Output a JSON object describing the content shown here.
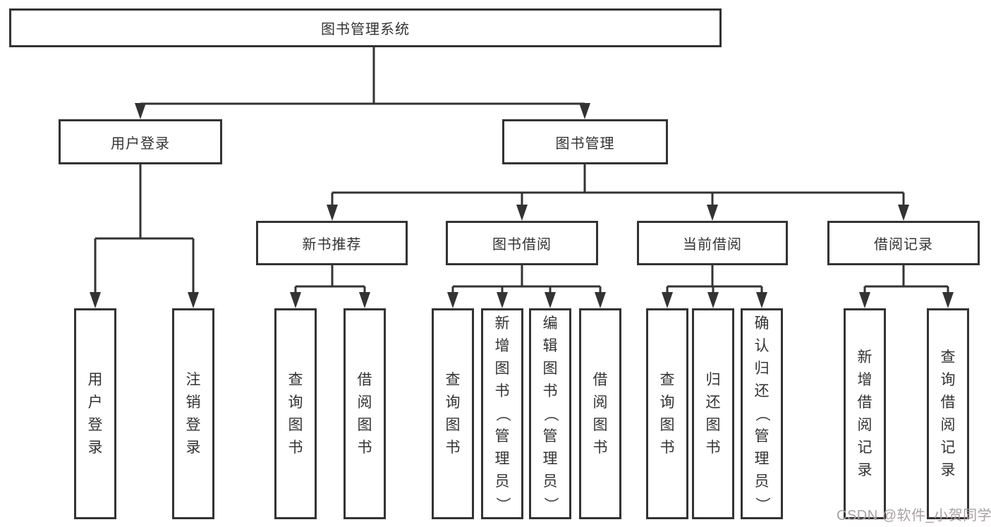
{
  "colors": {
    "line": "#333333",
    "text": "#333333",
    "box-bg": "#ffffff",
    "watermark": "#a9a1a1"
  },
  "watermark": {
    "text": "CSDN @软件_小贺同学"
  },
  "nodes": {
    "root": "图书管理系统",
    "user_login": "用户登录",
    "book_management": "图书管理",
    "new_book_recommendation": "新书推荐",
    "book_borrowing": "图书借阅",
    "current_borrowing": "当前借阅",
    "borrowing_records": "借阅记录",
    "leaf_user_login": "用户登录",
    "leaf_logout": "注销登录",
    "nb_query_books": "查询图书",
    "nb_borrow_books": "借阅图书",
    "bb_query_books": "查询图书",
    "bb_add_books_admin": "新增图书（管理员）",
    "bb_edit_books_admin": "编辑图书（管理员）",
    "bb_borrow_books": "借阅图书",
    "cb_query_books": "查询图书",
    "cb_return_books": "归还图书",
    "cb_confirm_return_admin": "确认归还（管理员）",
    "br_add_record": "新增借阅记录",
    "br_query_record": "查询借阅记录"
  },
  "tree": [
    {
      "parent": "图书管理系统",
      "children": [
        "用户登录",
        "图书管理"
      ]
    },
    {
      "parent": "用户登录",
      "children": [
        "用户登录",
        "注销登录"
      ]
    },
    {
      "parent": "图书管理",
      "children": [
        "新书推荐",
        "图书借阅",
        "当前借阅",
        "借阅记录"
      ]
    },
    {
      "parent": "新书推荐",
      "children": [
        "查询图书",
        "借阅图书"
      ]
    },
    {
      "parent": "图书借阅",
      "children": [
        "查询图书",
        "新增图书（管理员）",
        "编辑图书（管理员）",
        "借阅图书"
      ]
    },
    {
      "parent": "当前借阅",
      "children": [
        "查询图书",
        "归还图书",
        "确认归还（管理员）"
      ]
    },
    {
      "parent": "借阅记录",
      "children": [
        "新增借阅记录",
        "查询借阅记录"
      ]
    }
  ]
}
